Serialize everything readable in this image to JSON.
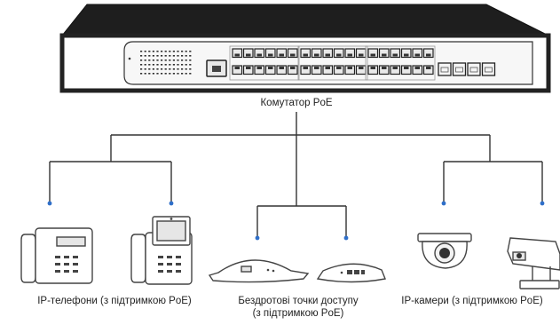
{
  "labels": {
    "switch": "Комутатор PoE",
    "phones": "IP-телефони (з підтримкою PoE)",
    "ap_line1": "Бездротові точки доступу",
    "ap_line2": "(з підтримкою PoE)",
    "cameras": "IP-камери (з підтримкою PoE)"
  },
  "colors": {
    "line": "#333333",
    "node_dot": "#2f6fc9",
    "device_fill": "#ffffff",
    "device_stroke": "#444444",
    "switch_body": "#2b2b2b",
    "port_fill": "#e9e9e9"
  },
  "devices": {
    "switch": {
      "icon": "poe-switch-icon",
      "rj45_ports": 36,
      "console_port": 1,
      "sfp_ports": 4
    },
    "phones": [
      {
        "icon": "ip-phone-icon"
      },
      {
        "icon": "ip-video-phone-icon"
      }
    ],
    "access_points": [
      {
        "icon": "wireless-ap-large-icon"
      },
      {
        "icon": "wireless-ap-small-icon"
      }
    ],
    "cameras": [
      {
        "icon": "dome-camera-icon"
      },
      {
        "icon": "bullet-camera-icon"
      }
    ]
  }
}
